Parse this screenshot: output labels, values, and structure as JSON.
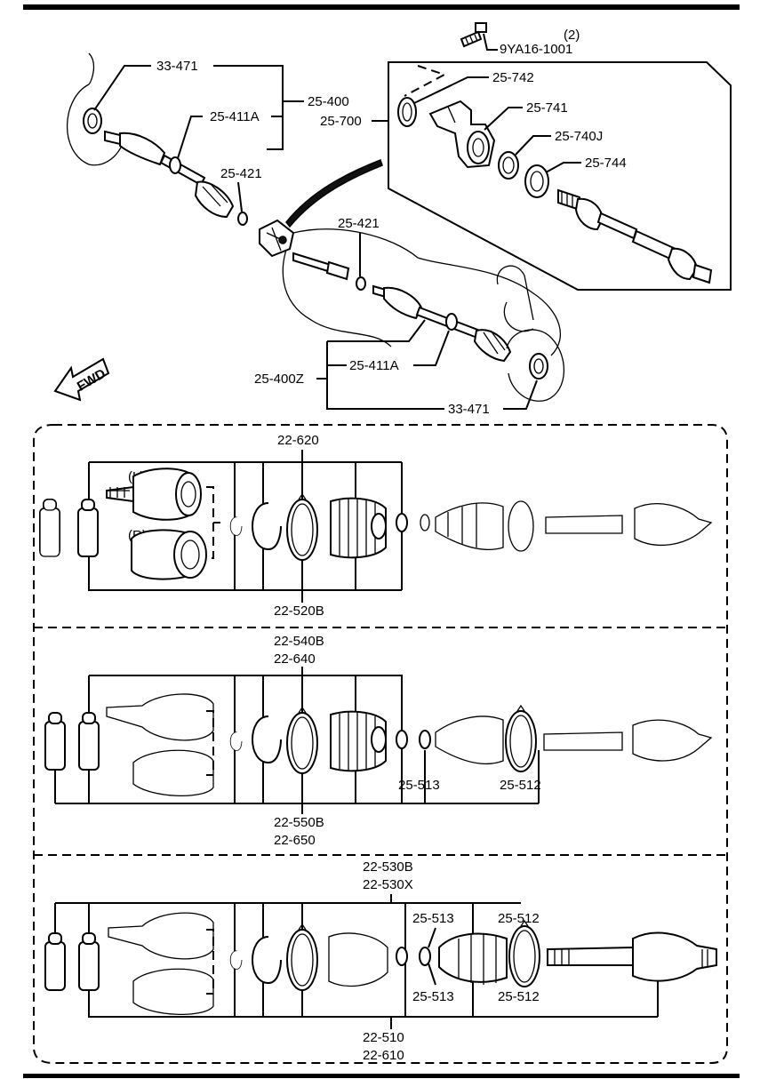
{
  "labels": {
    "p33_471_top": "33-471",
    "p25_400": "25-400",
    "p25_411a_top": "25-411A",
    "p25_700": "25-700",
    "p25_421_left": "25-421",
    "p25_421_mid": "25-421",
    "p9ya16": "9YA16-1001",
    "p9ya16_qty": "(2)",
    "p25_742": "25-742",
    "p25_741": "25-741",
    "p25_740j": "25-740J",
    "p25_744": "25-744",
    "p25_411a_bot": "25-411A",
    "p25_400z": "25-400Z",
    "p33_471_bot": "33-471",
    "fwd": "FWD",
    "s1_top": "22-620",
    "s1_bottom": "22-520B",
    "s1_left_tag": "(L)",
    "s1_right_tag": "(R)",
    "s2_top1": "22-540B",
    "s2_top2": "22-640",
    "s2_bottom1": "22-550B",
    "s2_bottom2": "22-650",
    "s2_513": "25-513",
    "s2_512": "25-512",
    "s3_top1": "22-530B",
    "s3_top2": "22-530X",
    "s3_513_top": "25-513",
    "s3_512_top": "25-512",
    "s3_513_bot": "25-513",
    "s3_512_bot": "25-512",
    "s3_bottom1": "22-510",
    "s3_bottom2": "22-610"
  }
}
